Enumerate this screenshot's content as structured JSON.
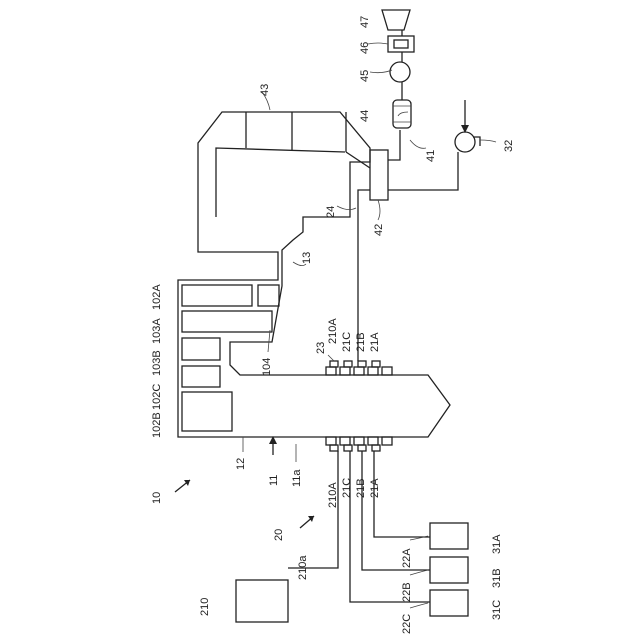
{
  "labels": {
    "l10": "10",
    "l11": "11",
    "l11a": "11a",
    "l12": "12",
    "l13": "13",
    "l20": "20",
    "l21A_top": "21A",
    "l21B_top": "21B",
    "l21C_top": "21C",
    "l210A_top": "210A",
    "l23": "23",
    "l104": "104",
    "l102A": "102A",
    "l103A": "103A",
    "l103B": "103B",
    "l102C": "102C",
    "l102B": "102B",
    "l21A_bot": "21A",
    "l21B_bot": "21B",
    "l21C_bot": "21C",
    "l210A_bot": "210A",
    "l22A": "22A",
    "l22B": "22B",
    "l22C": "22C",
    "l31A": "31A",
    "l31B": "31B",
    "l31C": "31C",
    "l210": "210",
    "l210a": "210a",
    "l24": "24",
    "l32": "32",
    "l41": "41",
    "l42": "42",
    "l43": "43",
    "l44": "44",
    "l45": "45",
    "l46": "46",
    "l47": "47"
  }
}
